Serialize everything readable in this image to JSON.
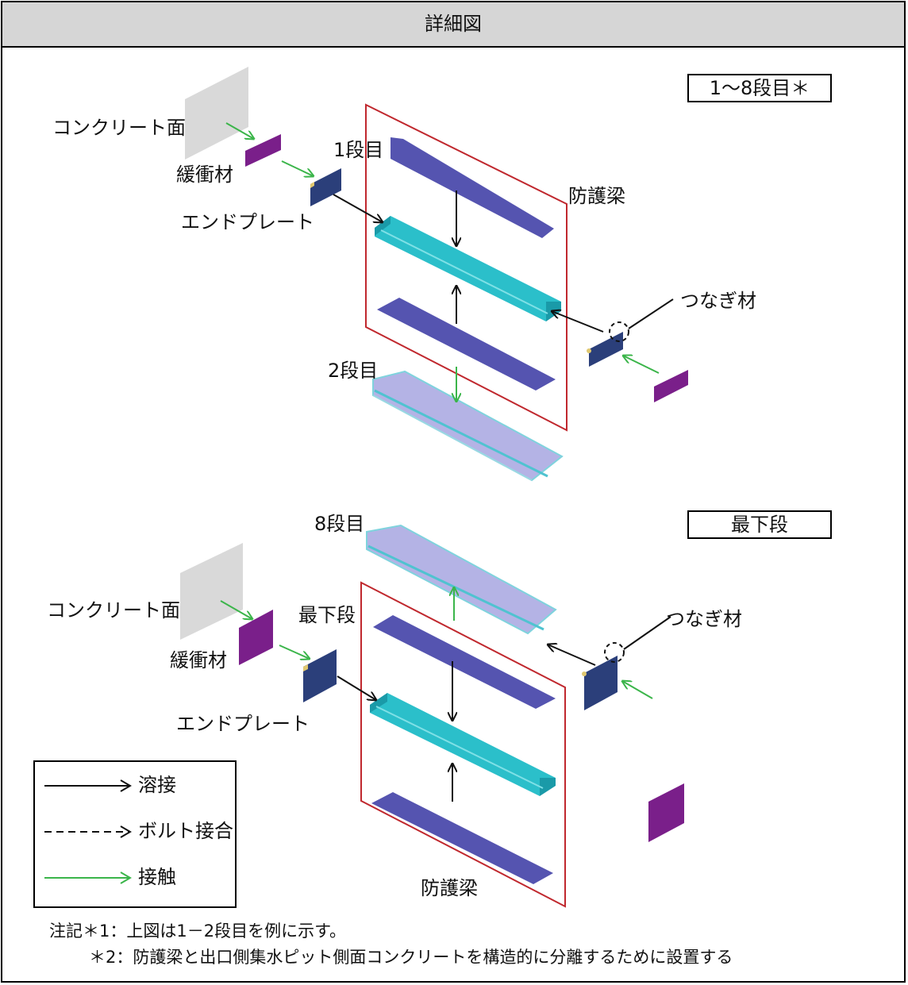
{
  "title": "詳細図",
  "section_top": {
    "tag": "1～8段目＊",
    "concrete": "コンクリート面",
    "cushion": "緩衝材",
    "end_plate": "エンドプレート",
    "row1": "1段目",
    "row2": "2段目",
    "beam": "防護梁",
    "connector": "つなぎ材"
  },
  "section_bottom": {
    "tag": "最下段",
    "row8": "8段目",
    "concrete": "コンクリート面",
    "bottom_row": "最下段",
    "cushion": "緩衝材",
    "end_plate": "エンドプレート",
    "beam": "防護梁",
    "connector": "つなぎ材"
  },
  "legend": {
    "weld": "溶接",
    "bolt": "ボルト接合",
    "contact": "接触"
  },
  "notes": {
    "note1": "注記＊1：上図は1－2段目を例に示す。",
    "note2": "＊2：防護梁と出口側集水ピット側面コンクリートを構造的に分離するために設置する"
  },
  "colors": {
    "plate_blue": "#5554b0",
    "beam_cyan": "#2bbfca",
    "cushion_purple": "#7a1f8a",
    "end_plate_navy": "#2b3f7a",
    "frame_red": "#c0282e",
    "arrow_green": "#3bb54a",
    "concrete_gray": "#d9d9d9",
    "header_gray": "#d6d6d6"
  }
}
